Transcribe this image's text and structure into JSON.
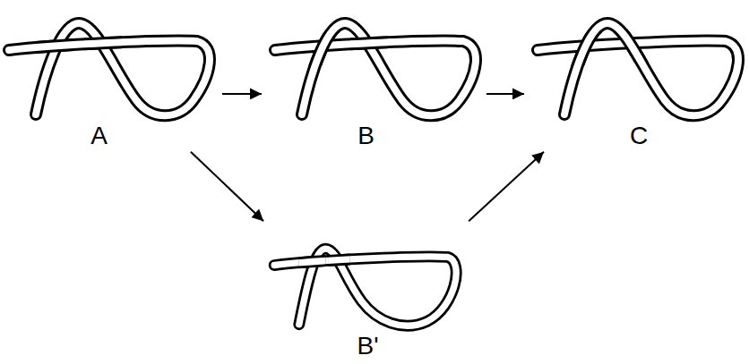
{
  "diagram": {
    "nodes": [
      {
        "text": [
          "A"
        ]
      },
      {
        "text": [
          "B"
        ]
      },
      {
        "text": [
          "C"
        ]
      },
      {
        "text": [
          "B'"
        ]
      }
    ],
    "edges": [
      {
        "from": 0,
        "to": 1,
        "arrow": "to"
      },
      {
        "from": 1,
        "to": 2,
        "arrow": "to"
      },
      {
        "from": 0,
        "to": 3,
        "arrow": "to"
      },
      {
        "from": 3,
        "to": 2,
        "arrow": "to"
      }
    ]
  }
}
